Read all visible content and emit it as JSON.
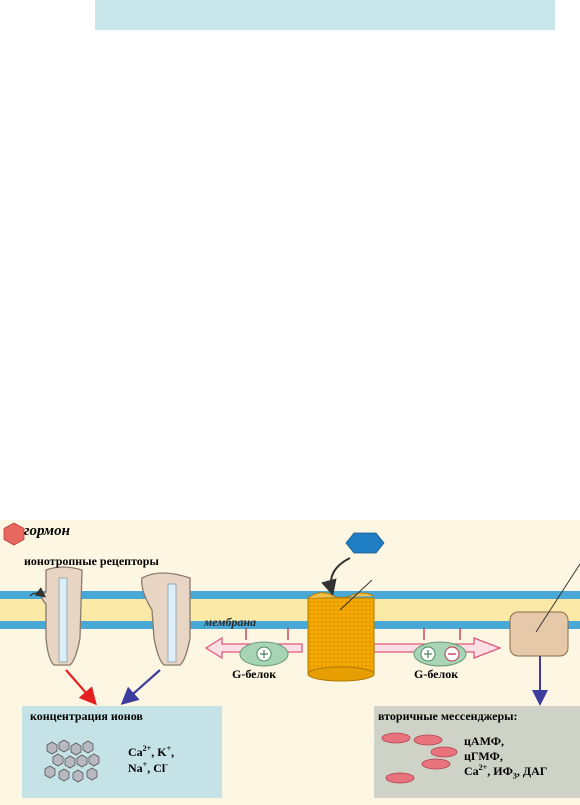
{
  "labels": {
    "hormone": "гормон",
    "ionotropic_receptors": "ионотропные рецепторы",
    "membrane": "мембрана",
    "g_protein_left": "G-белок",
    "g_protein_right": "G-белок"
  },
  "ion_box": {
    "title": "концентрация ионов",
    "line1": "Ca",
    "line1_sup": "2+",
    "line1_rest": ", K",
    "line1_sup2": "+",
    "line1_end": ",",
    "line2": "Na",
    "line2_sup": "+",
    "line2_rest": ", Cl",
    "line2_sup2": "-"
  },
  "messenger_box": {
    "title": "вторичные мессенджеры:",
    "item1": "цАМФ,",
    "item2": "цГМФ,",
    "item3a": "Ca",
    "item3_sup": "2+",
    "item3b": ", ИФ",
    "item3_sub": "3",
    "item3c": ", ДАГ"
  },
  "colors": {
    "top_bar": "#c9e7ea",
    "background": "#fdf6e3",
    "membrane_blue": "#49a9d6",
    "membrane_yellow": "#fbe9a8",
    "receptor": "#e8d5c4",
    "channel": "#dceef8",
    "cylinder": "#f2a900",
    "effector": "#e6c9a8",
    "hormone_left": "#e8675f",
    "hormone_top": "#1f7ec3",
    "g_protein": "#a6d4b4",
    "arrow_fill": "#fde0e6",
    "arrow_stroke": "#e0567e",
    "ion_box": "#c5e3e6",
    "messenger_box": "#cfd2c6",
    "red_arrow": "#e51f1f",
    "blue_arrow": "#3c3d9e",
    "messenger_blob": "#e8737d"
  }
}
